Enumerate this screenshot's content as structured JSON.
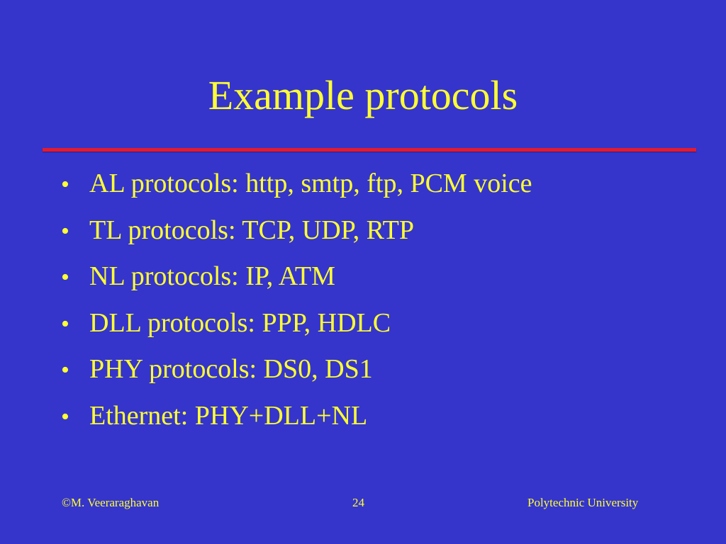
{
  "slide": {
    "title": "Example protocols",
    "bullet_glyph": "•",
    "bullets": [
      "AL protocols: http, smtp, ftp, PCM voice",
      "TL protocols: TCP, UDP, RTP",
      "NL protocols: IP, ATM",
      "DLL protocols: PPP, HDLC",
      "PHY protocols: DS0, DS1",
      "Ethernet: PHY+DLL+NL"
    ],
    "footer": {
      "author": "©M. Veeraraghavan",
      "page_number": "24",
      "institution": "Polytechnic University"
    }
  },
  "colors": {
    "background": "#3535cc",
    "text": "#ffff33",
    "rule": "#e8192c"
  }
}
